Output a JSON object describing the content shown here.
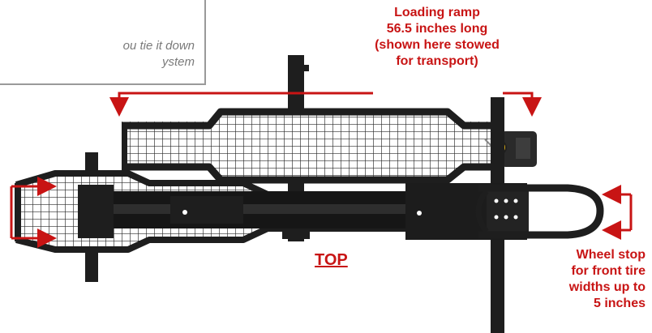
{
  "note": {
    "lines": [
      "ou tie it down",
      "ystem"
    ]
  },
  "callouts": {
    "ramp": [
      "Loading ramp",
      "56.5 inches long",
      "(shown here stowed",
      "for transport)"
    ],
    "wheel_stop": [
      "Wheel stop",
      "for front tire",
      "widths up to",
      "5 inches"
    ]
  },
  "view_label": "TOP",
  "colors": {
    "accent_red": "#c81414",
    "frame": "#1e1e1e",
    "note_border": "#9a9a9a",
    "note_text": "#7a7a7a"
  }
}
